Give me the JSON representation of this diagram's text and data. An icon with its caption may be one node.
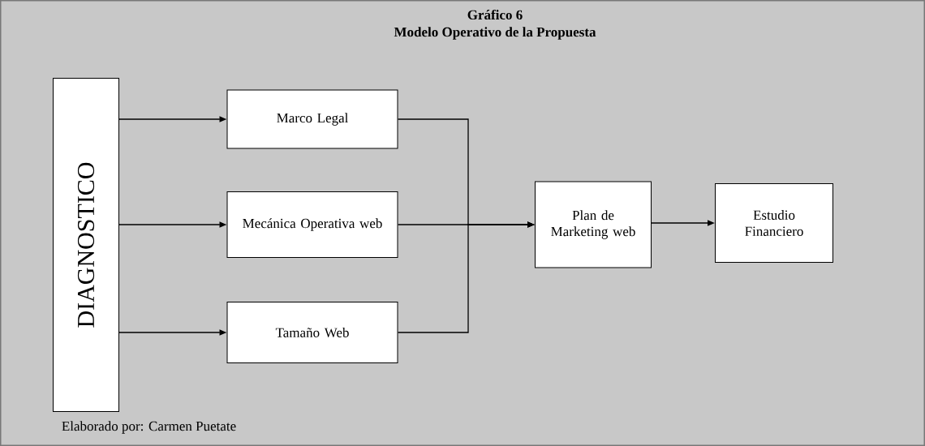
{
  "diagram": {
    "title": "Gráfico 6",
    "nodes": [
      {
        "text": [
          "DIAGNOSTICO"
        ]
      },
      {
        "text": [
          "Marco Legal"
        ]
      },
      {
        "text": [
          "Mecánica Operativa web"
        ]
      },
      {
        "text": [
          "Tamaño Web"
        ]
      },
      {
        "text": [
          "Plan de Marketing web"
        ]
      },
      {
        "text": [
          "Estudio Financiero"
        ]
      }
    ],
    "edges": [
      {
        "from": 0,
        "to": 1,
        "arrow": "to"
      },
      {
        "from": 0,
        "to": 2,
        "arrow": "to"
      },
      {
        "from": 0,
        "to": 3,
        "arrow": "to"
      },
      {
        "from": 1,
        "to": 4,
        "arrow": "to"
      },
      {
        "from": 2,
        "to": 4,
        "arrow": "to"
      },
      {
        "from": 3,
        "to": 4,
        "arrow": "to"
      },
      {
        "from": 4,
        "to": 5,
        "arrow": "to"
      }
    ],
    "labels": [
      "Modelo Operativo de la Propuesta",
      "Elaborado por: Carmen Puetate"
    ]
  }
}
